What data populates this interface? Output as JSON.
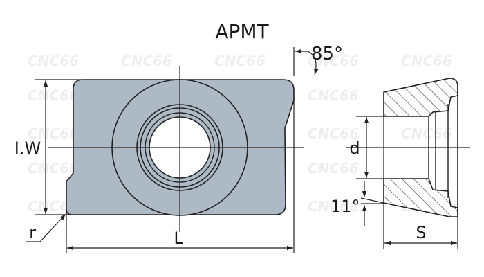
{
  "diagram": {
    "title": "APMT",
    "labels": {
      "clearance_top": "85°",
      "clearance_side": "11°",
      "width": "I.W",
      "length": "L",
      "radius": "r",
      "hole": "d",
      "thickness": "S"
    },
    "watermark": "CNC66"
  },
  "colors": {
    "insert_fill": "#aeb9c6",
    "outline": "#222222",
    "hatch": "#333333",
    "watermark": "#eeeeee"
  }
}
